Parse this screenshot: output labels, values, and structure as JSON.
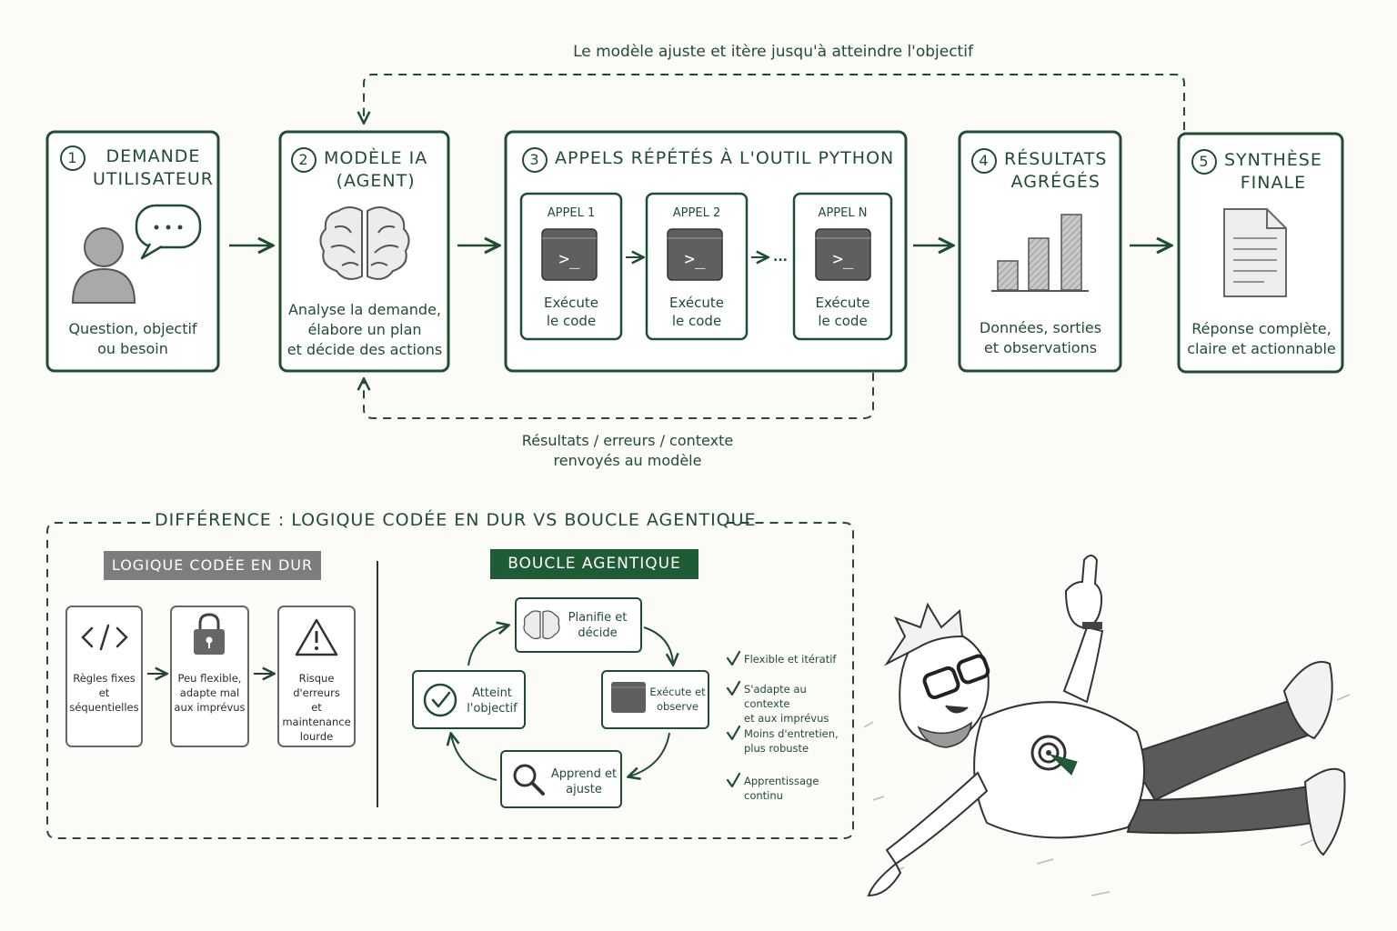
{
  "loop_top_label": "Le modèle ajuste et itère jusqu'à atteindre l'objectif",
  "loop_bottom_label": "Résultats / erreurs / contexte\nrenvoyés au modèle",
  "steps": [
    {
      "num": "1",
      "title": "DEMANDE\nUTILISATEUR",
      "desc": "Question, objectif\nou besoin"
    },
    {
      "num": "2",
      "title": "MODÈLE IA\n(AGENT)",
      "desc": "Analyse la demande,\nélabore un plan\net décide des actions"
    },
    {
      "num": "3",
      "title": "APPELS RÉPÉTÉS À L'OUTIL PYTHON",
      "desc": ""
    },
    {
      "num": "4",
      "title": "RÉSULTATS\nAGRÉGÉS",
      "desc": "Données, sorties\net observations"
    },
    {
      "num": "5",
      "title": "SYNTHÈSE\nFINALE",
      "desc": "Réponse complète,\nclaire et actionnable"
    }
  ],
  "calls": [
    {
      "label": "APPEL 1",
      "desc": "Exécute\nle code"
    },
    {
      "label": "APPEL 2",
      "desc": "Exécute\nle code"
    },
    {
      "label": "APPEL N",
      "desc": "Exécute\nle code"
    }
  ],
  "terminal_prompt": ">_",
  "ellipsis": "...",
  "difference": {
    "title": "DIFFÉRENCE : LOGIQUE CODÉE EN DUR VS BOUCLE AGENTIQUE",
    "hardcoded": {
      "label": "LOGIQUE CODÉE EN DUR",
      "items": [
        {
          "icon": "code-icon",
          "text": "Règles fixes\net séquentielles"
        },
        {
          "icon": "lock-icon",
          "text": "Peu flexible,\nadapte mal\naux imprévus"
        },
        {
          "icon": "warning-icon",
          "text": "Risque d'erreurs\net maintenance\nlourde"
        }
      ]
    },
    "agentic": {
      "label": "BOUCLE AGENTIQUE",
      "nodes": [
        {
          "icon": "brain-icon",
          "text": "Planifie et\ndécide"
        },
        {
          "icon": "terminal-icon",
          "text": "Exécute et\nobserve"
        },
        {
          "icon": "magnifier-icon",
          "text": "Apprend et\najuste"
        },
        {
          "icon": "check-circle-icon",
          "text": "Atteint\nl'objectif"
        }
      ],
      "benefits": [
        "Flexible et itératif",
        "S'adapte au contexte\net aux imprévus",
        "Moins d'entretien,\nplus robuste",
        "Apprentissage\ncontinu"
      ]
    }
  },
  "colors": {
    "green": "#1f4d32",
    "dark_green_fill": "#1f5c36",
    "gray_fill": "#7d7d7d",
    "icon_gray": "#a9a9a9"
  }
}
